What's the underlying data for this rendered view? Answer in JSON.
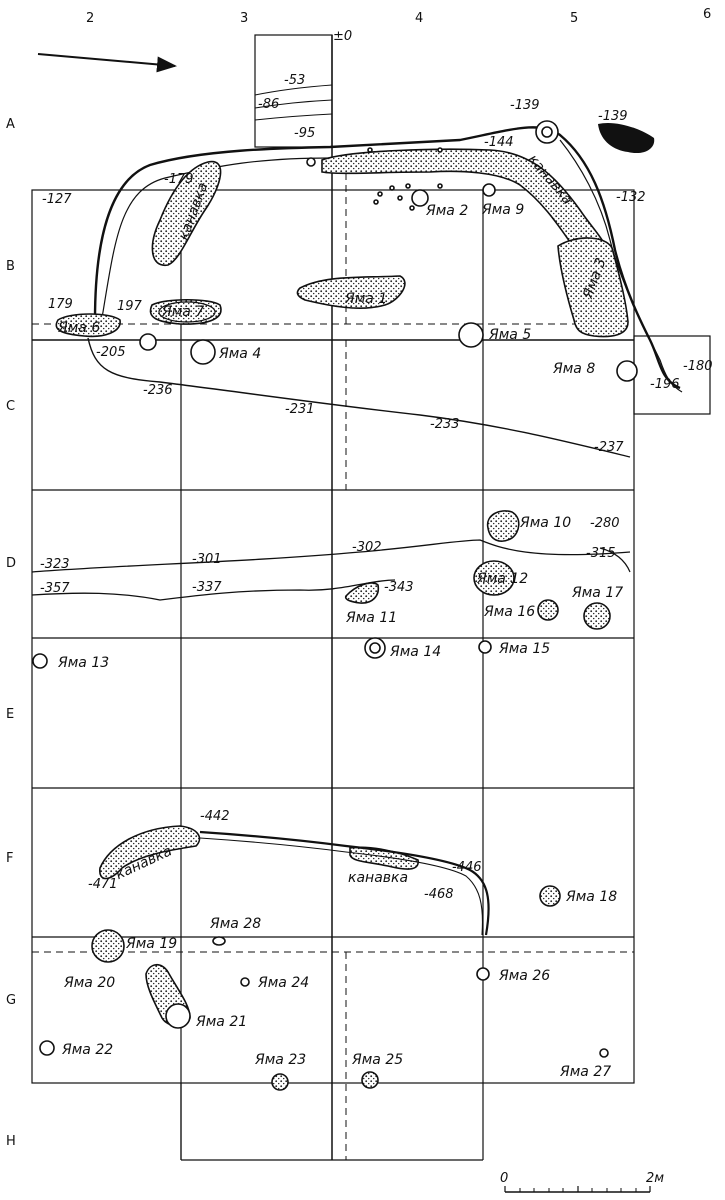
{
  "grid": {
    "columns": [
      "2",
      "3",
      "4",
      "5",
      "6"
    ],
    "rows": [
      "A",
      "B",
      "C",
      "D",
      "E",
      "F",
      "G",
      "H"
    ]
  },
  "elevations": {
    "zero": "±0",
    "e53": "-53",
    "e86": "-86",
    "e95": "-95",
    "e139a": "-139",
    "e139b": "-139",
    "e144": "-144",
    "e132": "-132",
    "e127": "-127",
    "e179a": "-179",
    "e179b": "179",
    "e197": "197",
    "e205": "-205",
    "e180": "-180",
    "e196": "-196",
    "e236": "-236",
    "e231": "-231",
    "e233": "-233",
    "e237": "-237",
    "e280": "-280",
    "e315": "-315",
    "e323": "-323",
    "e301": "-301",
    "e302": "-302",
    "e357": "-357",
    "e337": "-337",
    "e343": "-343",
    "e442": "-442",
    "e471": "-471",
    "e446": "-446",
    "e468": "-468"
  },
  "ditches": {
    "d1": "канавка",
    "d2": "канавка",
    "d3": "канавка",
    "d4": "канавка"
  },
  "pits": {
    "p1": "Яма 1",
    "p2": "Яма 2",
    "p3": "Яма 3",
    "p4": "Яма 4",
    "p5": "Яма 5",
    "p6": "Яма 6",
    "p7": "Яма 7",
    "p8": "Яма 8",
    "p9": "Яма 9",
    "p10": "Яма 10",
    "p11": "Яма 11",
    "p12": "Яма 12",
    "p13": "Яма 13",
    "p14": "Яма 14",
    "p15": "Яма 15",
    "p16": "Яма 16",
    "p17": "Яма 17",
    "p18": "Яма 18",
    "p19": "Яма 19",
    "p20": "Яма 20",
    "p21": "Яма 21",
    "p22": "Яма 22",
    "p23": "Яма 23",
    "p24": "Яма 24",
    "p25": "Яма 25",
    "p26": "Яма 26",
    "p27": "Яма 27",
    "p28": "Яма 28"
  },
  "scale": {
    "start": "0",
    "end": "2м"
  }
}
